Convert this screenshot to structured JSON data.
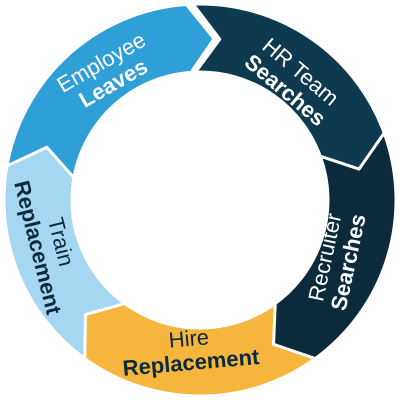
{
  "cycle": {
    "segments": [
      {
        "line1": "Employee",
        "line2": "Leaves",
        "color": "#2f9fd8",
        "text_color": "#ffffff"
      },
      {
        "line1": "HR Team",
        "line2": "Searches",
        "color": "#0e3a4f",
        "text_color": "#ffffff"
      },
      {
        "line1": "Recruiter",
        "line2": "Searches",
        "color": "#0b2b3b",
        "text_color": "#ffffff"
      },
      {
        "line1": "Hire",
        "line2": "Replacement",
        "color": "#f6b53c",
        "text_color": "#0b2b3b"
      },
      {
        "line1": "Train",
        "line2": "Replacement",
        "color": "#a6d7f2",
        "text_color": "#0b2b3b"
      }
    ]
  }
}
